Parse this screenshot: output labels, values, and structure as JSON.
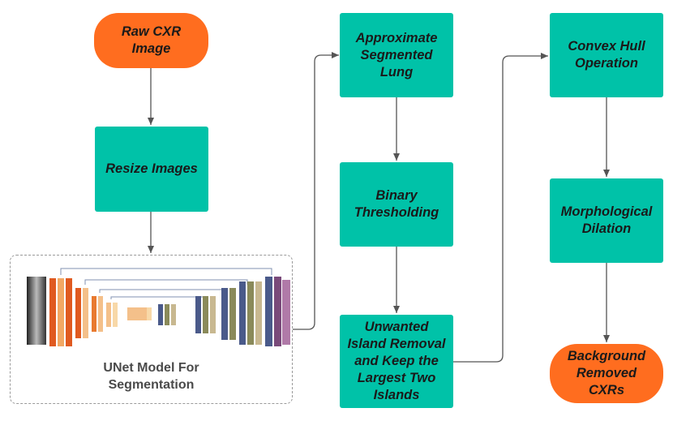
{
  "colors": {
    "process": "#00c2a8",
    "terminal": "#ff6d1f",
    "arrow": "#555555"
  },
  "nodes": {
    "raw_cxr": "Raw CXR\nImage",
    "resize": "Resize Images",
    "unet": "UNet Model For\nSegmentation",
    "approx": "Approximate\nSegmented\nLung",
    "binary": "Binary\nThresholding",
    "island": "Unwanted\nIsland Removal\nand Keep the\nLargest Two\nIslands",
    "convex": "Convex Hull\nOperation",
    "morph": "Morphological\nDilation",
    "background": "Background\nRemoved\nCXRs"
  }
}
